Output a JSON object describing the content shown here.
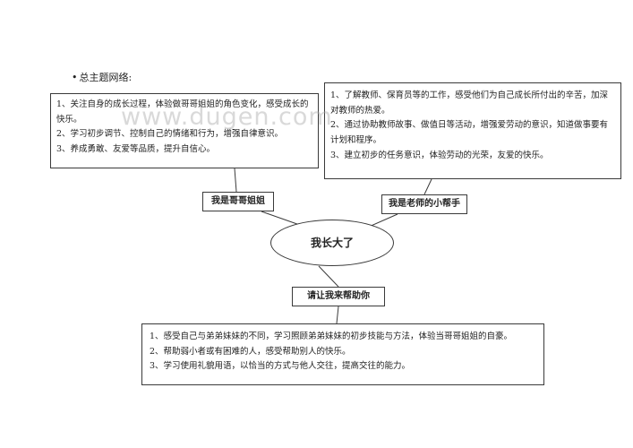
{
  "heading": {
    "bullet": "•",
    "text": "总主题网络:"
  },
  "center": {
    "title": "我长大了"
  },
  "branches": {
    "left": {
      "label": "我是哥哥姐姐",
      "items": [
        "1、关注自身的成长过程，体验做哥哥姐姐的角色变化，感受成长的快乐。",
        "2、学习初步调节、控制自己的情绪和行为，增强自律意识。",
        "3、养成勇敢、友爱等品质，提升自信心。"
      ]
    },
    "right": {
      "label": "我是老师的小帮手",
      "items": [
        "1、了解教师、保育员等的工作，感受他们为自己成长所付出的辛苦，加深对教师的热爱。",
        "2、通过协助教师故事、做值日等活动，增强爱劳动的意识，知道做事要有计划和程序。",
        "3、建立初步的任务意识，体验劳动的光荣，友爱的快乐。"
      ]
    },
    "bottom": {
      "label": "请让我来帮助你",
      "items": [
        "1、感受自己与弟弟妹妹的不同，学习照顾弟弟妹妹的初步技能与方法，体验当哥哥姐姐的自豪。",
        "2、帮助弱小者或有困难的人，感受帮助别人的快乐。",
        "3、学习使用礼貌用语，以恰当的方式与他人交往，提高交往的能力。"
      ]
    }
  },
  "watermark": "www.dugen.com"
}
